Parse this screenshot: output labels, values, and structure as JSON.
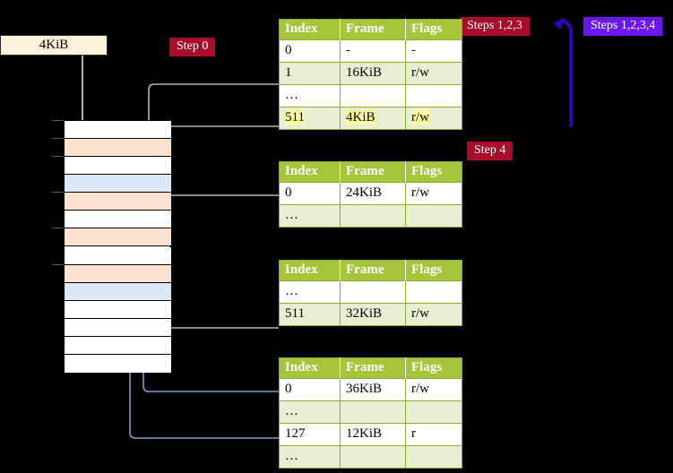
{
  "labels": {
    "size_box": "4KiB",
    "step0": "Step 0",
    "steps123": "Steps 1,2,3",
    "steps1234": "Steps 1,2,3,4",
    "step4": "Step 4"
  },
  "colors": {
    "background": "#000000",
    "table_header": "#a5c53a",
    "table_alt_row": "#e8eed2",
    "table_border": "#8aae27",
    "badge_red": "#a90b2b",
    "badge_blue": "#6a18ef",
    "size_box_fill": "#fdf3da",
    "mem_peach": "#fde3ce",
    "mem_blue": "#dde8f7",
    "wire_gray": "#b4b4b4",
    "wire_blue": "#7a9ec8",
    "highlight_yellow": "#ffff99"
  },
  "tables": {
    "headers": [
      "Index",
      "Frame",
      "Flags"
    ],
    "pml4": {
      "name": "level-4-table",
      "rows": [
        {
          "index": "0",
          "frame": "-",
          "flags": "-",
          "alt": false,
          "highlight": false
        },
        {
          "index": "1",
          "frame": "16KiB",
          "flags": "r/w",
          "alt": true,
          "highlight": false
        },
        {
          "index": "…",
          "frame": "",
          "flags": "",
          "alt": false,
          "highlight": false
        },
        {
          "index": "511",
          "frame": "4KiB",
          "flags": "r/w",
          "alt": true,
          "highlight": true
        }
      ]
    },
    "pdpt": {
      "name": "level-3-table",
      "rows": [
        {
          "index": "0",
          "frame": "24KiB",
          "flags": "r/w",
          "alt": false,
          "highlight": false
        },
        {
          "index": "…",
          "frame": "",
          "flags": "",
          "alt": true,
          "highlight": false
        }
      ]
    },
    "pd": {
      "name": "level-2-table",
      "rows": [
        {
          "index": "…",
          "frame": "",
          "flags": "",
          "alt": false,
          "highlight": false
        },
        {
          "index": "511",
          "frame": "32KiB",
          "flags": "r/w",
          "alt": true,
          "highlight": false
        }
      ]
    },
    "pt": {
      "name": "level-1-table",
      "rows": [
        {
          "index": "0",
          "frame": "36KiB",
          "flags": "r/w",
          "alt": false,
          "highlight": false
        },
        {
          "index": "…",
          "frame": "",
          "flags": "",
          "alt": true,
          "highlight": false
        },
        {
          "index": "127",
          "frame": "12KiB",
          "flags": "r",
          "alt": false,
          "highlight": false
        },
        {
          "index": "…",
          "frame": "",
          "flags": "",
          "alt": true,
          "highlight": false
        }
      ]
    }
  },
  "memory_column": {
    "name": "physical-memory-frames",
    "rows": [
      {
        "fill": "white"
      },
      {
        "fill": "peach"
      },
      {
        "fill": "white"
      },
      {
        "fill": "blue"
      },
      {
        "fill": "peach"
      },
      {
        "fill": "white"
      },
      {
        "fill": "peach"
      },
      {
        "fill": "white"
      },
      {
        "fill": "peach"
      },
      {
        "fill": "blue"
      },
      {
        "fill": "white"
      },
      {
        "fill": "white"
      },
      {
        "fill": "white"
      },
      {
        "fill": "white"
      }
    ],
    "tick_rows": [
      0,
      1,
      2,
      4,
      6,
      8
    ]
  }
}
